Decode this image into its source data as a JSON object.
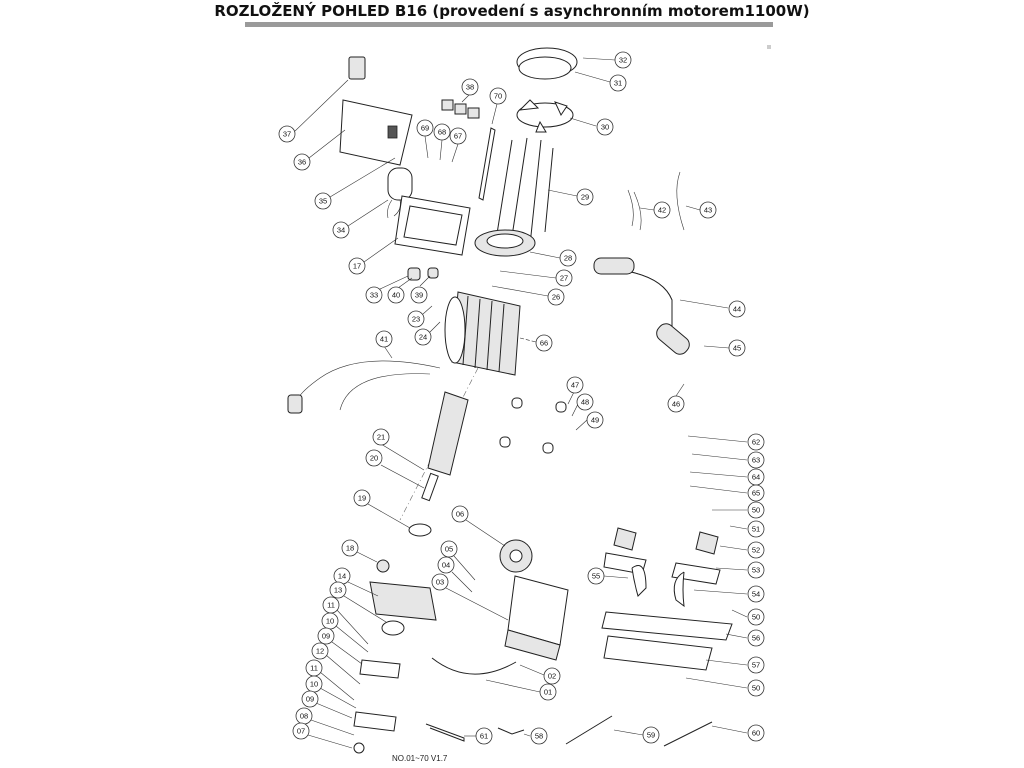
{
  "title": "ROZLOŽENÝ POHLED B16 (provedení s asynchronním motorem1100W)",
  "version": "NO.01~70 V1.7",
  "callouts": {
    "p32": "32",
    "p31": "31",
    "p30": "30",
    "p70": "70",
    "p38": "38",
    "p37": "37",
    "p36": "36",
    "p69": "69",
    "p68": "68",
    "p67": "67",
    "p35": "35",
    "p34": "34",
    "p29": "29",
    "p42": "42",
    "p43": "43",
    "p17": "17",
    "p28": "28",
    "p27": "27",
    "p33": "33",
    "p40": "40",
    "p39": "39",
    "p26": "26",
    "p44": "44",
    "p23": "23",
    "p24": "24",
    "p66": "66",
    "p45": "45",
    "p41": "41",
    "p46": "46",
    "p47": "47",
    "p48": "48",
    "p49": "49",
    "p62": "62",
    "p63": "63",
    "p64": "64",
    "p65": "65",
    "p21": "21",
    "p20": "20",
    "p19": "19",
    "p50a": "50",
    "p51": "51",
    "p06": "06",
    "p52": "52",
    "p18": "18",
    "p05": "05",
    "p53": "53",
    "p04": "04",
    "p14": "14",
    "p03": "03",
    "p55": "55",
    "p54": "54",
    "p13": "13",
    "p50b": "50",
    "p11a": "11",
    "p10a": "10",
    "p56": "56",
    "p09a": "09",
    "p12": "12",
    "p57": "57",
    "p02": "02",
    "p11b": "11",
    "p50c": "50",
    "p01": "01",
    "p10b": "10",
    "p09b": "09",
    "p08": "08",
    "p07": "07",
    "p61": "61",
    "p58": "58",
    "p59": "59",
    "p60": "60"
  }
}
